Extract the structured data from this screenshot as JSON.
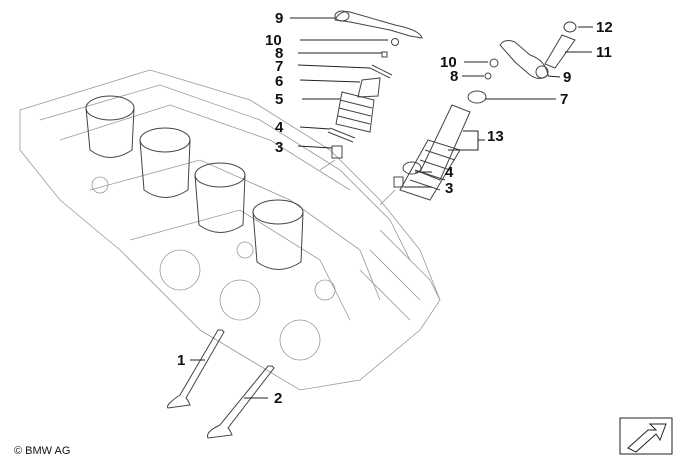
{
  "labels": {
    "l9a": "9",
    "l10a": "10",
    "l8a": "8",
    "l7a": "7",
    "l6": "6",
    "l5": "5",
    "l4a": "4",
    "l3a": "3",
    "l12": "12",
    "l11": "11",
    "l10b": "10",
    "l8b": "8",
    "l9b": "9",
    "l7b": "7",
    "l13": "13",
    "l4b": "4",
    "l3b": "3",
    "l1": "1",
    "l2": "2"
  },
  "copyright": "© BMW AG"
}
